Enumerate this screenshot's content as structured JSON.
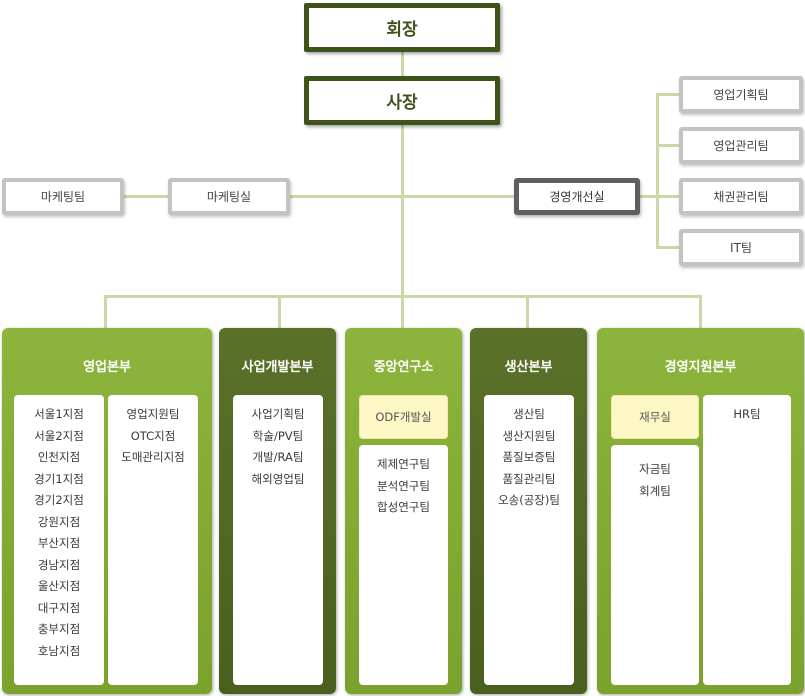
{
  "top": {
    "chairman": "회장",
    "president": "사장"
  },
  "left": {
    "marketing_office": "마케팅실",
    "marketing_team": "마케팅팀"
  },
  "right": {
    "mgmt_improvement": "경영개선실",
    "teams": [
      "영업기획팀",
      "영업관리팀",
      "채권관리팀",
      "IT팀"
    ]
  },
  "divisions": [
    {
      "title": "영업본부",
      "col1": [
        "서울1지점",
        "서울2지점",
        "인천지점",
        "경기1지점",
        "경기2지점",
        "강원지점",
        "부산지점",
        "경남지점",
        "울산지점",
        "대구지점",
        "충부지점",
        "호남지점"
      ],
      "col2": [
        "영업지원팀",
        "OTC지점",
        "도매관리지점"
      ]
    },
    {
      "title": "사업개발본부",
      "items": [
        "사업기획팀",
        "학술/PV팀",
        "개발/RA팀",
        "해외영업팀"
      ]
    },
    {
      "title": "중앙연구소",
      "highlight": "ODF개발실",
      "items": [
        "제제연구팀",
        "분석연구팀",
        "합성연구팀"
      ]
    },
    {
      "title": "생산본부",
      "items": [
        "생산팀",
        "생산지원팀",
        "품질보증팀",
        "품질관리팀",
        "오송(공장)팀"
      ]
    },
    {
      "title": "경영지원본부",
      "highlight": "재무실",
      "items": [
        "자금팀",
        "회계팀"
      ],
      "col2": [
        "HR팀"
      ]
    }
  ],
  "colors": {
    "dark_green": "#3e5318",
    "light_green": "#8db43c",
    "connector": "#c9d8a6",
    "highlight": "#fcf7c4"
  }
}
